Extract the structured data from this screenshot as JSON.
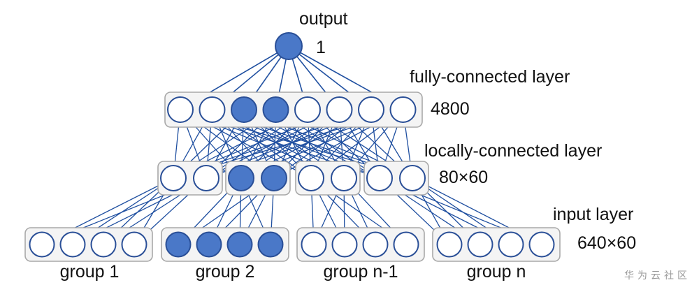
{
  "colors": {
    "edge": "#1f4fa0",
    "filled": "#4a78c8",
    "empty": "#ffffff",
    "node_stroke": "#2a4f97",
    "box_stroke": "#a8a8a8",
    "box_fill": "#f4f4f4"
  },
  "labels": {
    "output": "output",
    "output_count": "1",
    "fc_layer": "fully-connected layer",
    "fc_count": "4800",
    "lc_layer": "locally-connected layer",
    "lc_count": "80×60",
    "input_layer": "input layer",
    "input_count": "640×60"
  },
  "layers": {
    "output": {
      "units": 1,
      "filled": [
        0
      ]
    },
    "fully_connected": {
      "units": 8,
      "filled": [
        2,
        3
      ]
    },
    "locally_connected": {
      "groups": 4,
      "units_per_group": 2,
      "filled_group": 1
    },
    "input": {
      "groups": [
        "group 1",
        "group 2",
        "group n-1",
        "group n"
      ],
      "units_per_group": 4,
      "filled_group": 1
    }
  },
  "watermark": "华为云社区"
}
